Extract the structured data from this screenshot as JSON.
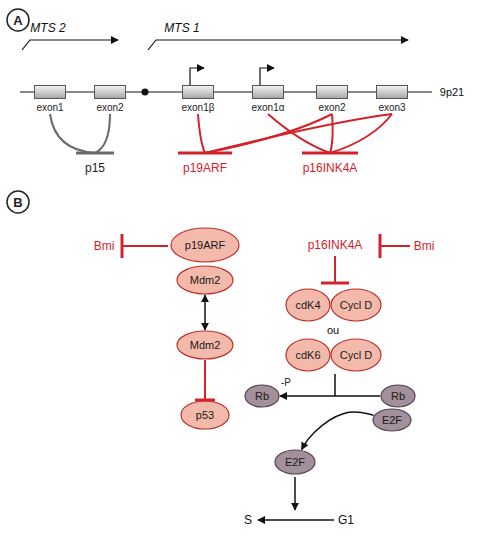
{
  "diagram": {
    "nodes": [
      {
        "text": [
          "exon1"
        ]
      },
      {
        "text": [
          "exon2"
        ]
      },
      {
        "text": [
          "exon1β"
        ]
      },
      {
        "text": [
          "exon1α"
        ]
      },
      {
        "text": [
          "exon2"
        ]
      },
      {
        "text": [
          "exon3"
        ]
      },
      {
        "text": [
          "p19ARF"
        ]
      },
      {
        "text": [
          "Mdm2"
        ]
      },
      {
        "text": [
          "Mdm2"
        ]
      },
      {
        "text": [
          "p53"
        ]
      },
      {
        "text": [
          "cdK4"
        ]
      },
      {
        "text": [
          "Cycl D"
        ]
      },
      {
        "text": [
          "cdK6"
        ]
      },
      {
        "text": [
          "Cycl D"
        ]
      },
      {
        "text": [
          "Rb",
          "-P"
        ]
      },
      {
        "text": [
          "Rb"
        ]
      },
      {
        "text": [
          "E2F"
        ]
      },
      {
        "text": [
          "E2F"
        ]
      }
    ],
    "edges": [
      {
        "from": 7,
        "to": 8,
        "arrow": "both"
      },
      {
        "from": 8,
        "to": 9,
        "arrow": "to"
      },
      {
        "from": 15,
        "to": 14,
        "arrow": "to"
      },
      {
        "from": 16,
        "to": 17,
        "arrow": "to"
      }
    ],
    "labels": [
      "A",
      "MTS 2",
      "MTS 1",
      "9p21",
      "p15",
      "p19ARF",
      "p16INK4A",
      "B",
      "Bmi",
      "p16INK4A",
      "Bmi",
      "ou",
      "S",
      "G1"
    ]
  }
}
